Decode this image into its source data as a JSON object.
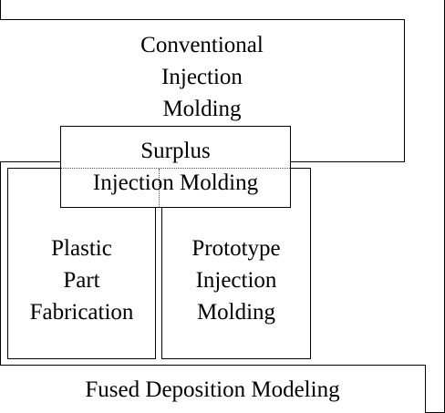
{
  "diagram": {
    "boxes": {
      "conventional": "Conventional\nInjection\nMolding",
      "surplus": "Surplus\nInjection Molding",
      "plastic": "Plastic\nPart\nFabrication",
      "prototype": "Prototype\nInjection\nMolding",
      "fused": "Fused Deposition Modeling"
    }
  }
}
